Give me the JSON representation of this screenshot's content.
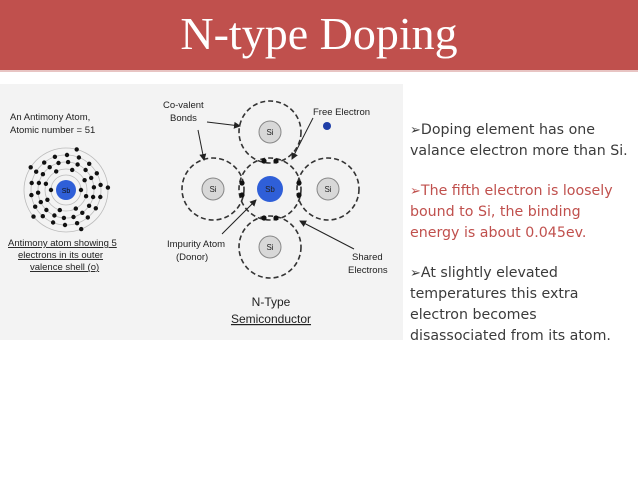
{
  "slide": {
    "title": "N-type Doping",
    "colors": {
      "title_bar": "#c0504d",
      "highlight_text": "#c0504d",
      "body_text": "#3b3b3b",
      "sb_atom": "#2f5fd8"
    }
  },
  "figure": {
    "left_labels": {
      "atom_line1": "An Antimony Atom,",
      "atom_line2": "Atomic number = 51",
      "sb": "Sb",
      "caption_line1": "Antimony atom showing 5",
      "caption_line2": "electrons in its outer",
      "caption_line3": "valence shell (o)"
    },
    "lattice_labels": {
      "covalent_line1": "Co-valent",
      "covalent_line2": "Bonds",
      "free_electron": "Free Electron",
      "impurity_line1": "Impurity Atom",
      "impurity_line2": "(Donor)",
      "shared_line1": "Shared",
      "shared_line2": "Electrons",
      "title_line1": "N-Type",
      "title_line2": "Semiconductor",
      "si_top": "Si",
      "si_left": "Si",
      "sb_center": "Sb",
      "si_right": "Si",
      "si_bottom": "Si"
    }
  },
  "bullets": [
    {
      "marker": "➢",
      "text": "Doping element has one valance electron more than Si."
    },
    {
      "marker": "➢",
      "text": "The fifth electron is loosely bound to Si, the binding energy is about 0.045ev."
    },
    {
      "marker": "➢",
      "text": "At slightly elevated temperatures this extra electron becomes disassociated from its atom."
    }
  ]
}
